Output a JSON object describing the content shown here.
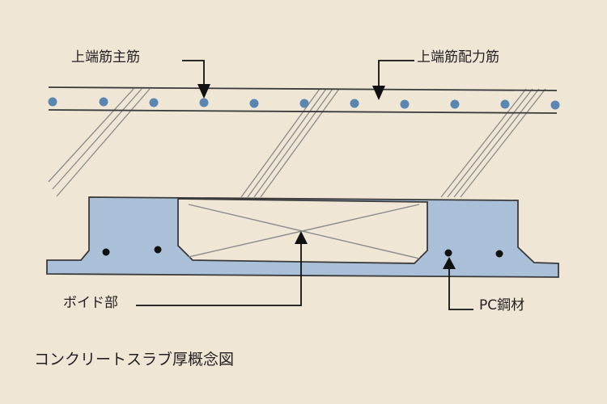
{
  "labels": {
    "top_main_rebar": "上端筋主筋",
    "top_distribution_rebar": "上端筋配力筋",
    "void_part": "ボイド部",
    "pc_steel": "PC鋼材",
    "caption": "コンクリートスラブ厚概念図"
  },
  "colors": {
    "background": "#efe6d6",
    "concrete": "#a9c0d8",
    "line": "#3a3a3a",
    "rebar_dot": "#5a86b2",
    "pc_dot": "#111111"
  }
}
